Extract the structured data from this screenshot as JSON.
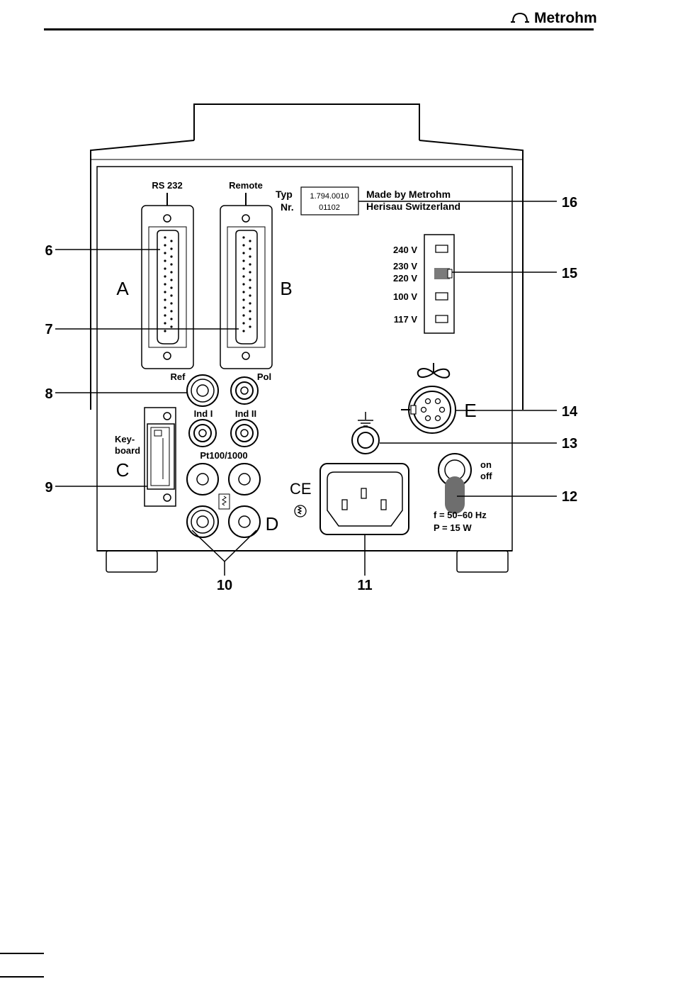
{
  "header": {
    "brand": "Metrohm"
  },
  "device": {
    "type_label": "Typ",
    "nr_label": "Nr.",
    "type_value": "1.794.0010",
    "serial_value": "01102",
    "maker_line1": "Made by Metrohm",
    "maker_line2": "Herisau Switzerland"
  },
  "ports": {
    "rs232": "RS 232",
    "remote": "Remote",
    "letter_a": "A",
    "letter_b": "B",
    "letter_c": "C",
    "letter_d": "D",
    "letter_e": "E",
    "ref": "Ref",
    "pol": "Pol",
    "ind1": "Ind I",
    "ind2": "Ind II",
    "pt100": "Pt100/1000",
    "keyboard_1": "Key-",
    "keyboard_2": "board",
    "ce_mark": "CE"
  },
  "voltage": {
    "v240": "240 V",
    "v230": "230 V",
    "v220": "220 V",
    "v100": "100 V",
    "v117": "117 V"
  },
  "power": {
    "on": "on",
    "off": "off",
    "freq": "f = 50–60 Hz",
    "watt": "P =  15 W"
  },
  "callouts": [
    "6",
    "7",
    "8",
    "9",
    "10",
    "11",
    "12",
    "13",
    "14",
    "15",
    "16"
  ]
}
